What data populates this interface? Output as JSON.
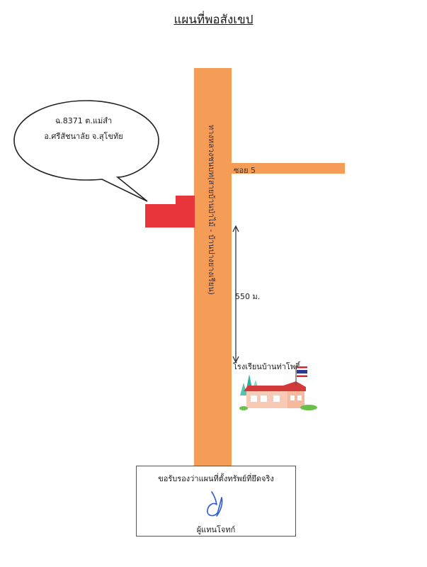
{
  "title": "แผนที่พอสังเขป",
  "location": {
    "line1": "ฉ.8371 ต.แม่สำ",
    "line2": "อ.ศรีสัชนาลัย จ.สุโขทัย"
  },
  "road_main_label": "ทางหลวงชนบท(สายบ้านป่าไม้ - บ้านปางยางเรียน)",
  "road_side_label": "ซอย 5",
  "distance_label": "550 ม.",
  "school_label": "โรงเรียนบ้านท่าโพธิ์",
  "certification": "ขอรับรองว่าแผนที่ตั้งทรัพย์ที่ยึดจริง",
  "signer": "ผู้แทนโจทก์",
  "colors": {
    "road": "#f59c57",
    "house": "#e8343b",
    "signature_ink": "#2a5bd7"
  }
}
